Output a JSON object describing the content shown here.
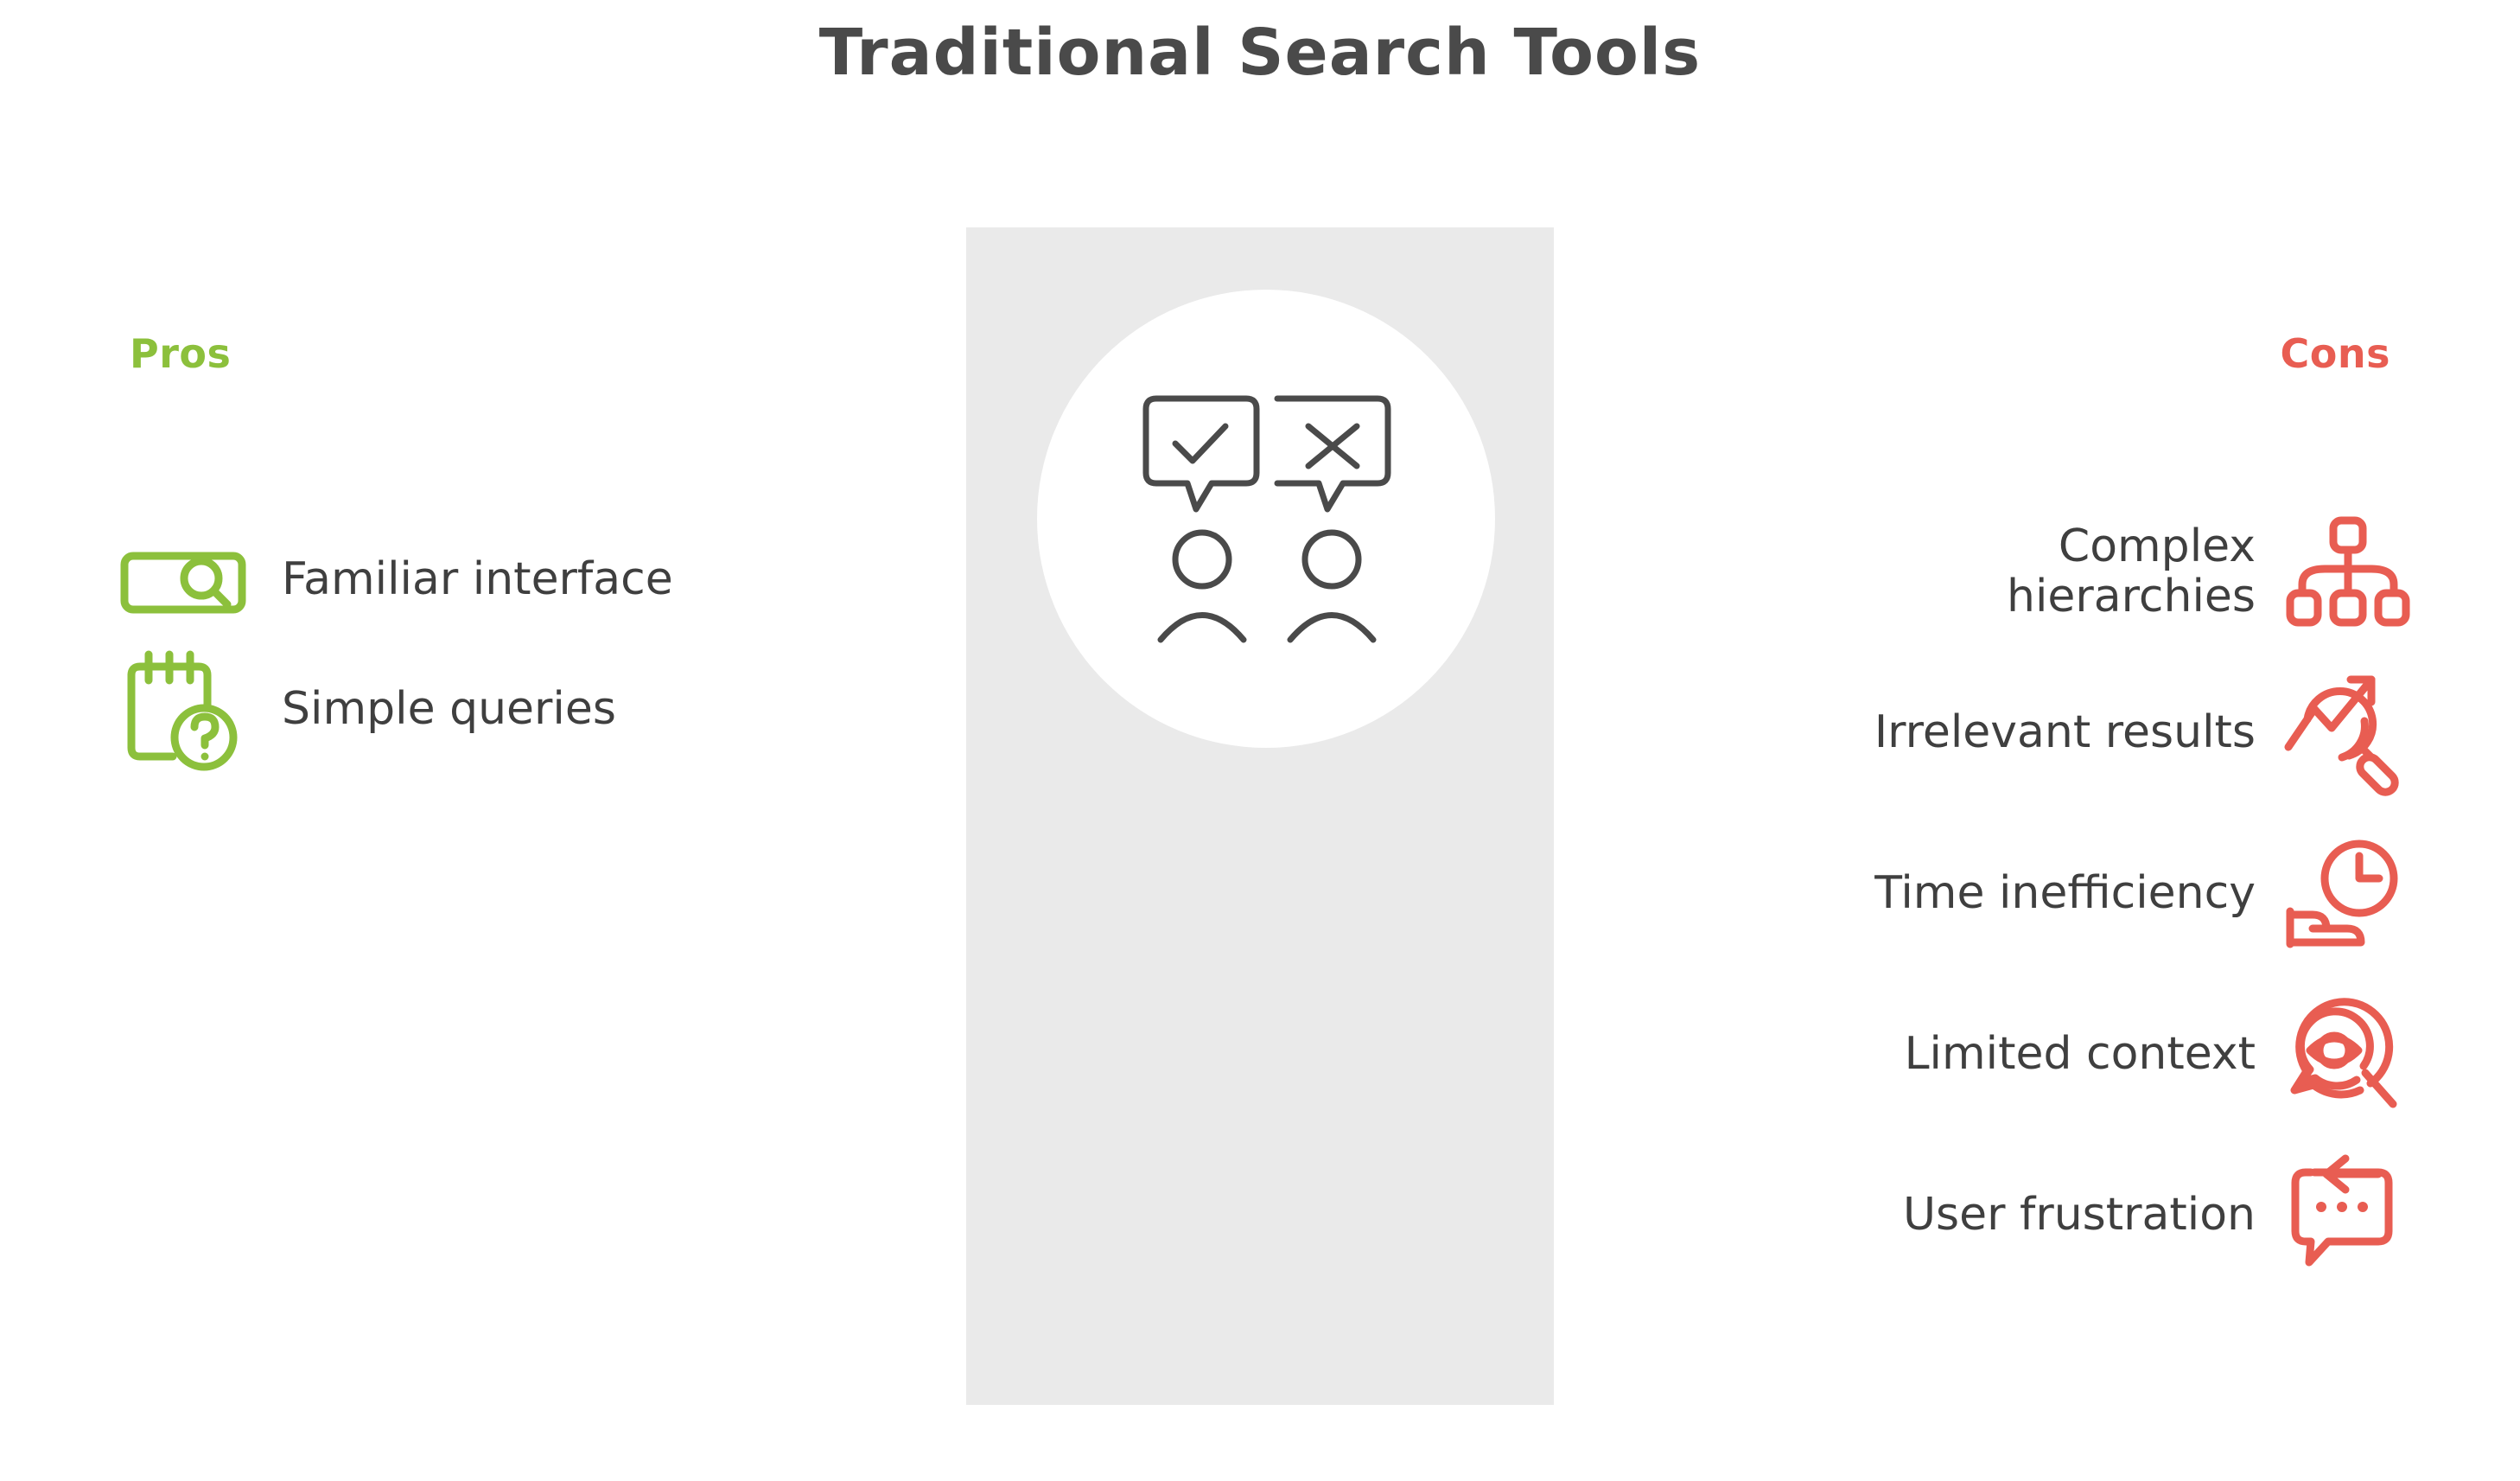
{
  "title": "Traditional Search Tools",
  "colors": {
    "pros_green": "#8CC03C",
    "cons_red": "#E85D52",
    "text_gray": "#3F3F3F",
    "title_gray": "#4A4A4A",
    "panel_gray": "#EAEAEA",
    "circle_white": "#FFFFFF",
    "background": "#FFFFFF"
  },
  "pros": {
    "heading": "Pros",
    "items": [
      {
        "label": "Familiar interface",
        "icon": "search-bar-icon"
      },
      {
        "label": "Simple queries",
        "icon": "notepad-question-icon"
      }
    ]
  },
  "cons": {
    "heading": "Cons",
    "items": [
      {
        "label": "Complex\nhierarchies",
        "icon": "hierarchy-tree-icon"
      },
      {
        "label": "Irrelevant results",
        "icon": "magnifier-trend-icon"
      },
      {
        "label": "Time inefficiency",
        "icon": "clock-bed-icon"
      },
      {
        "label": "Limited context",
        "icon": "eye-magnifier-icon"
      },
      {
        "label": "User frustration",
        "icon": "chat-dots-return-icon"
      }
    ]
  },
  "center": {
    "illustration": "two-people-speech-bubbles-check-and-cross",
    "elements": [
      "speech-bubble-check",
      "speech-bubble-cross",
      "person-left",
      "person-right"
    ]
  }
}
